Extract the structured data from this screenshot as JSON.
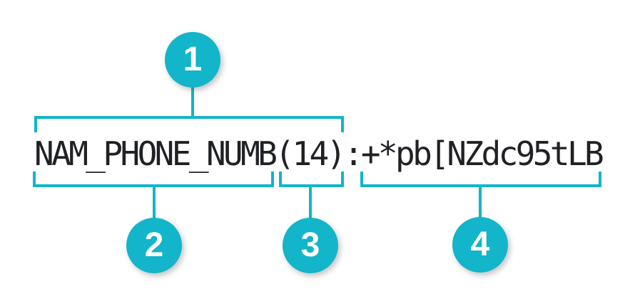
{
  "diagram": {
    "code": {
      "field_name": "NAM_PHONE_NUMB",
      "length": "(14)",
      "separator": ":",
      "value": "+*pb[NZdc95tLB"
    },
    "callouts": {
      "c1": "1",
      "c2": "2",
      "c3": "3",
      "c4": "4"
    },
    "colors": {
      "accent": "#12b5c9",
      "code_text": "#202124",
      "callout_number": "#ffffff",
      "background": "#ffffff"
    }
  }
}
